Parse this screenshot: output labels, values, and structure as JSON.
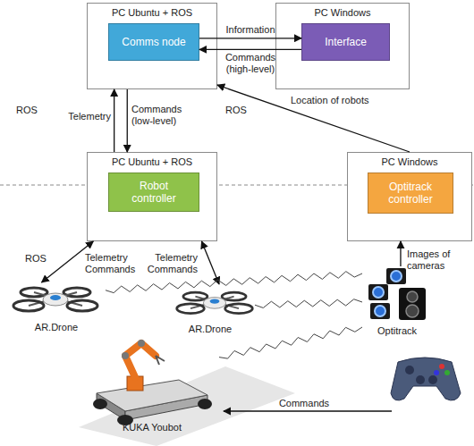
{
  "diagram": {
    "nodes": [
      {
        "text": [
          "PC Ubuntu + ROS"
        ]
      },
      {
        "text": [
          "Comms node"
        ],
        "in": 0
      },
      {
        "text": [
          "PC Windows"
        ]
      },
      {
        "text": [
          "Interface"
        ],
        "in": 2
      },
      {
        "text": [
          "PC Ubuntu + ROS"
        ]
      },
      {
        "text": [
          "Robot controller"
        ],
        "in": 4
      },
      {
        "text": [
          "PC Windows"
        ]
      },
      {
        "text": [
          "Optitrack controller"
        ],
        "in": 6
      },
      {
        "text": [
          "AR.Drone"
        ]
      },
      {
        "text": [
          "AR.Drone"
        ]
      },
      {
        "text": [
          "Optitrack"
        ]
      },
      {
        "text": [
          "KUKA Youbot"
        ]
      }
    ],
    "edges": [
      {
        "from": 1,
        "to": 3,
        "label": "Information",
        "arrow": "to"
      },
      {
        "from": 3,
        "to": 1,
        "label": "Commands (high-level)",
        "arrow": "to"
      },
      {
        "from": 4,
        "to": 0,
        "label": "Telemetry",
        "arrow": "to"
      },
      {
        "from": 0,
        "to": 4,
        "label": "Commands (low-level)",
        "arrow": "to"
      },
      {
        "from": 6,
        "to": 0,
        "label": "Location of robots",
        "arrow": "to"
      },
      {
        "from": 4,
        "to": 8,
        "label": "Telemetry Commands",
        "arrow": "both"
      },
      {
        "from": 4,
        "to": 9,
        "label": "Telemetry Commands",
        "arrow": "both"
      },
      {
        "from": 10,
        "to": 6,
        "label": "Images of cameras",
        "arrow": "to"
      },
      {
        "from": 8,
        "to": 10,
        "arrow": "none"
      },
      {
        "from": 9,
        "to": 10,
        "arrow": "none"
      },
      {
        "from": 11,
        "to": 10,
        "arrow": "none"
      }
    ],
    "labels": [
      "ROS",
      "ROS",
      "ROS",
      "Commands"
    ]
  }
}
